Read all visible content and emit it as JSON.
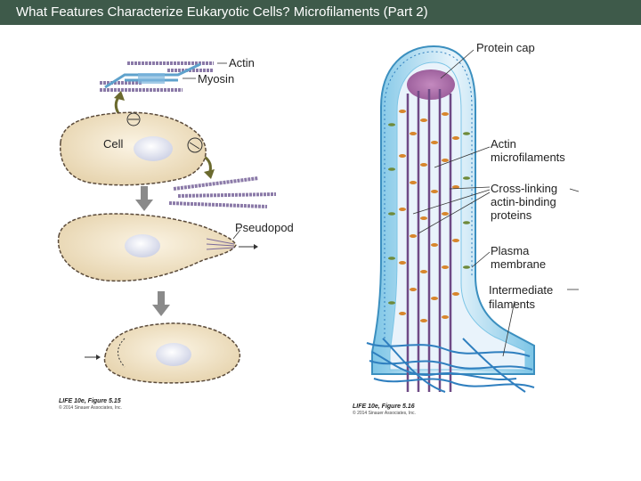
{
  "slide": {
    "title": "What Features Characterize Eukaryotic Cells? Microfilaments (Part 2)"
  },
  "left_figure": {
    "labels": {
      "actin": "Actin",
      "myosin": "Myosin",
      "cell": "Cell",
      "pseudopod": "Pseudopod"
    },
    "caption": "LIFE 10e, Figure 5.15",
    "copyright": "© 2014 Sinauer Associates, Inc."
  },
  "right_figure": {
    "labels": {
      "protein_cap": "Protein cap",
      "actin_microfilaments_1": "Actin",
      "actin_microfilaments_2": "microfilaments",
      "crosslinking_1": "Cross-linking",
      "crosslinking_2": "actin-binding",
      "crosslinking_3": "proteins",
      "plasma_membrane_1": "Plasma",
      "plasma_membrane_2": "membrane",
      "intermediate_filaments_1": "Intermediate",
      "intermediate_filaments_2": "filaments"
    },
    "caption": "LIFE 10e, Figure 5.16",
    "copyright": "© 2014 Sinauer Associates, Inc."
  },
  "colors": {
    "title_bar": "#3e5a4a",
    "cell_fill": "#f1e4c9",
    "membrane_blue": "#5fb0d8",
    "filament_purple": "#6f4a86",
    "crosslinker_orange": "#d7862c",
    "intermediate_blue": "#2f7fbf"
  }
}
